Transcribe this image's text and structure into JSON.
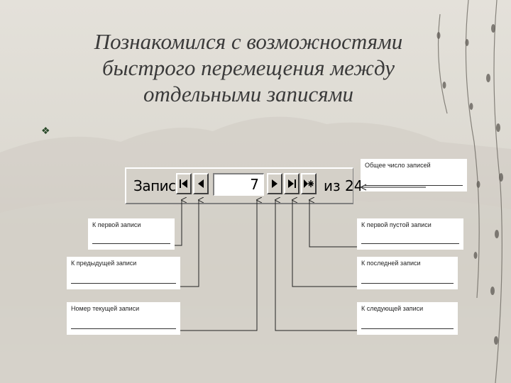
{
  "slide": {
    "title_lines": [
      "Познакомился  с возможностями",
      "быстрого перемещения между",
      "отдельными записями"
    ],
    "bullet": "❖"
  },
  "toolbar": {
    "label": "Запись:",
    "current_record": "7",
    "total": "из 24"
  },
  "callouts": {
    "total_records": "Общее число записей",
    "first_record": "К первой записи",
    "prev_record": "К предыдущей записи",
    "current_number": "Номер текущей записи",
    "first_empty": "К первой пустой записи",
    "last_record": "К последней записи",
    "next_record": "К следующей записи"
  },
  "colors": {
    "background": "#dcd9d1",
    "toolbar": "#d4d0c8",
    "title": "#3a3a3a"
  },
  "icons": [
    "first-record-icon",
    "prev-record-icon",
    "next-record-icon",
    "last-record-icon",
    "new-record-icon",
    "bullet-icon"
  ]
}
